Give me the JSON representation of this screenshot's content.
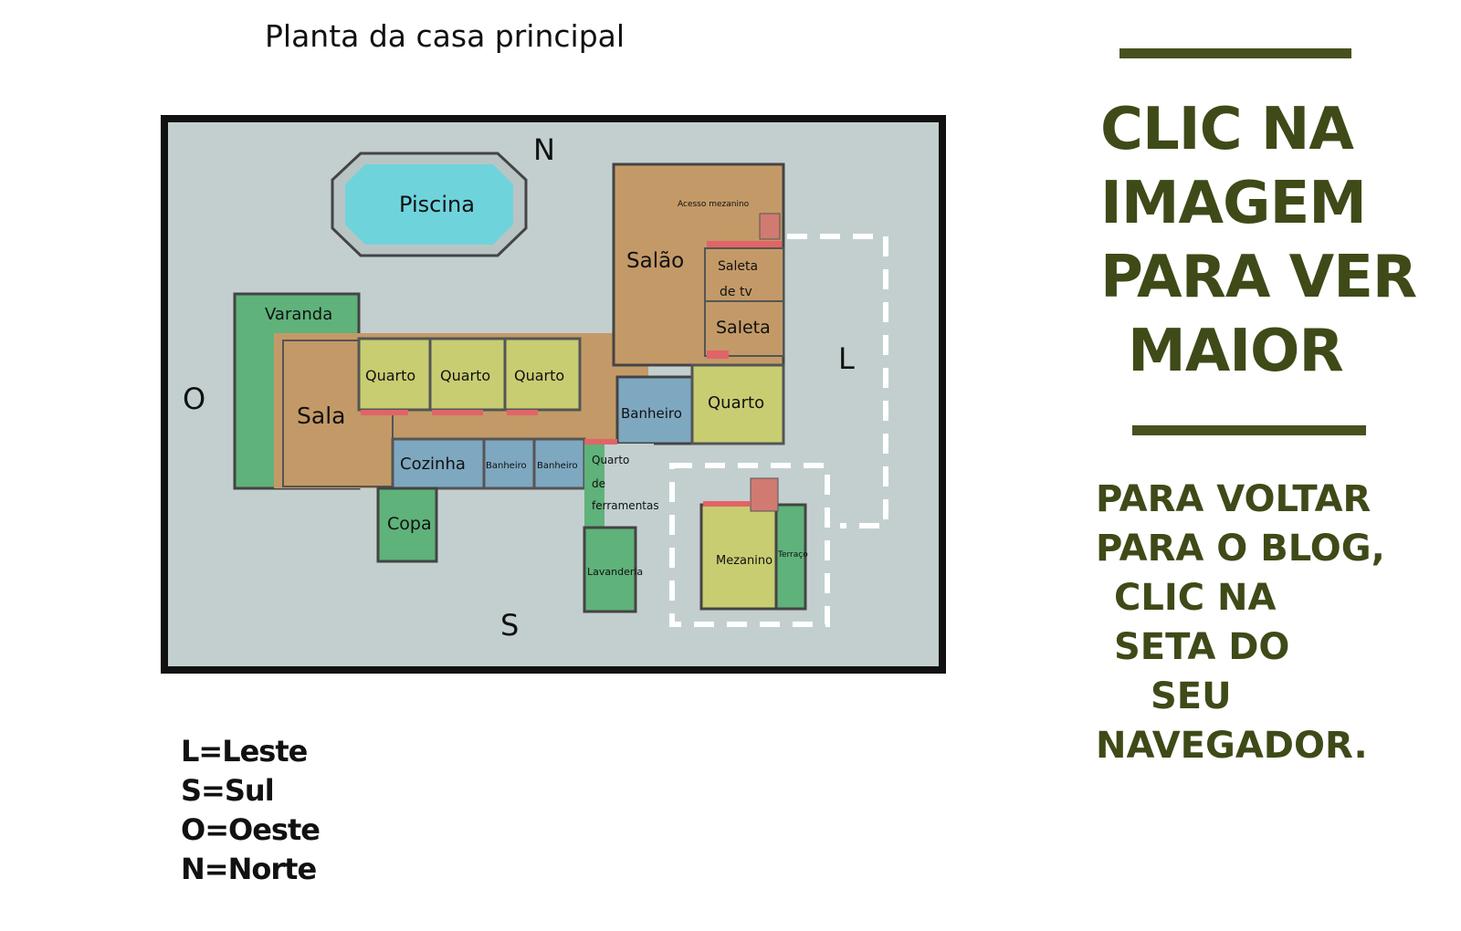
{
  "title": "Planta da casa principal",
  "compass": {
    "north": "N",
    "south": "S",
    "east": "L",
    "west": "O"
  },
  "rooms": {
    "piscina": "Piscina",
    "varanda": "Varanda",
    "sala": "Sala",
    "quarto_1": "Quarto",
    "quarto_2": "Quarto",
    "quarto_3": "Quarto",
    "quarto_4": "Quarto",
    "salao": "Salão",
    "acesso_mezanino": "Acesso mezanino",
    "saleta_tv_line1": "Saleta",
    "saleta_tv_line2": "de  tv",
    "saleta": "Saleta",
    "banheiro_main": "Banheiro",
    "cozinha": "Cozinha",
    "banheiro_small_1": "Banheiro",
    "banheiro_small_2": "Banheiro",
    "quarto_ferramentas_line1": "Quarto",
    "quarto_ferramentas_line2": "de",
    "quarto_ferramentas_line3": "ferramentas",
    "copa": "Copa",
    "lavanderia": "Lavanderia",
    "mezanino": "Mezanino",
    "terraco": "Terraço"
  },
  "legend": [
    "L=Leste",
    "S=Sul",
    "O=Oeste",
    "N=Norte"
  ],
  "cta": [
    "CLIC NA",
    "IMAGEM",
    "PARA VER",
    "MAIOR"
  ],
  "back_note": [
    "PARA VOLTAR",
    "PARA O BLOG,",
    " CLIC NA",
    " SETA DO",
    "   SEU",
    "NAVEGADOR."
  ],
  "colors": {
    "ground": "#c3cfcf",
    "wood": "#c39a67",
    "olive": "#c8cd72",
    "green": "#5fb27a",
    "blue": "#7ea8c0",
    "pool": "#6fd3dc",
    "door": "#e06468",
    "accent": "#3e4a17"
  }
}
